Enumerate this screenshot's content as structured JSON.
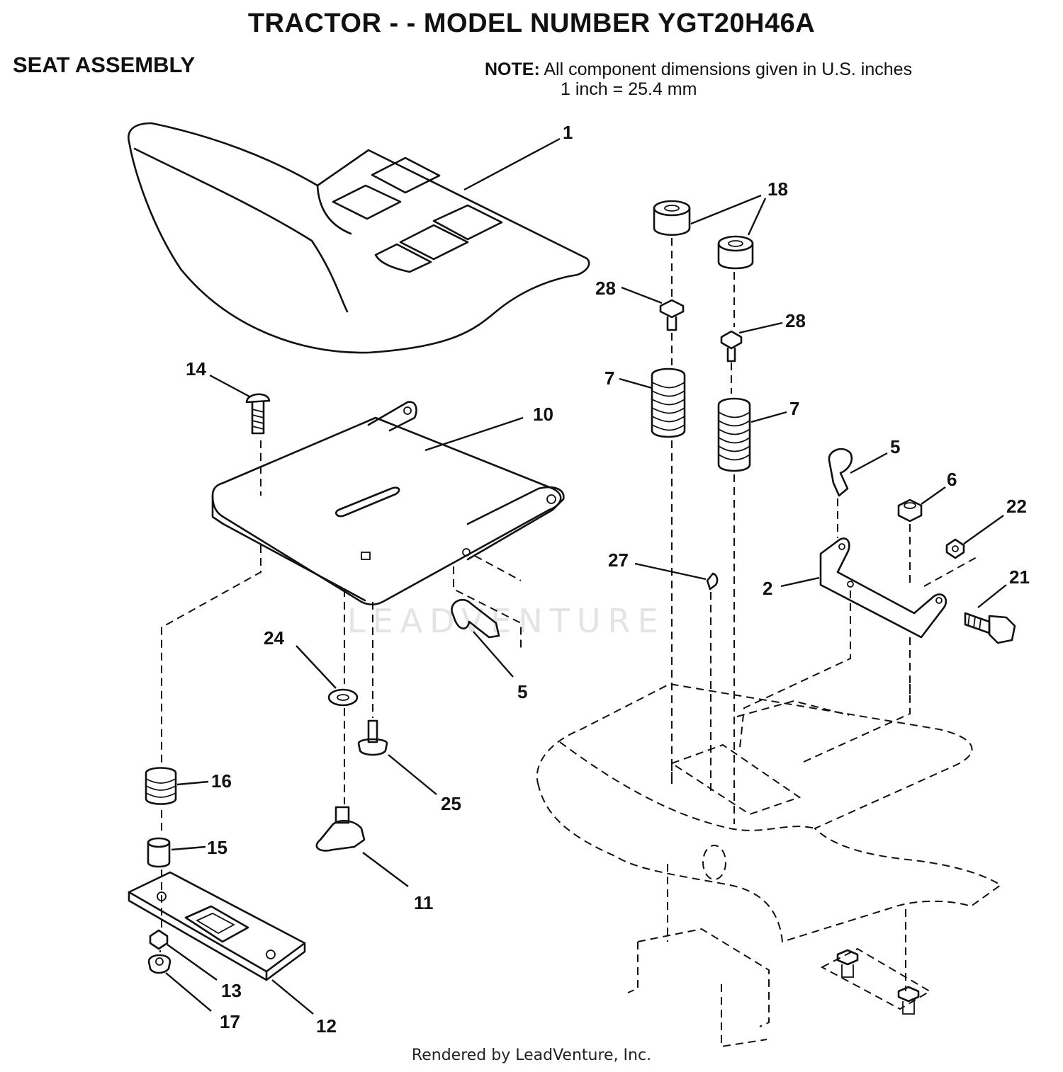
{
  "title": "TRACTOR - - MODEL NUMBER YGT20H46A",
  "section": "SEAT ASSEMBLY",
  "note": {
    "label": "NOTE:",
    "line1": "All component dimensions given in U.S. inches",
    "line2": "1 inch = 25.4 mm"
  },
  "callouts": [
    "1",
    "18",
    "28",
    "28",
    "7",
    "7",
    "14",
    "10",
    "5",
    "6",
    "22",
    "21",
    "2",
    "27",
    "24",
    "5",
    "25",
    "16",
    "15",
    "11",
    "13",
    "17",
    "12"
  ],
  "watermark": "LEADVENTURE",
  "footer": "Rendered by LeadVenture, Inc."
}
